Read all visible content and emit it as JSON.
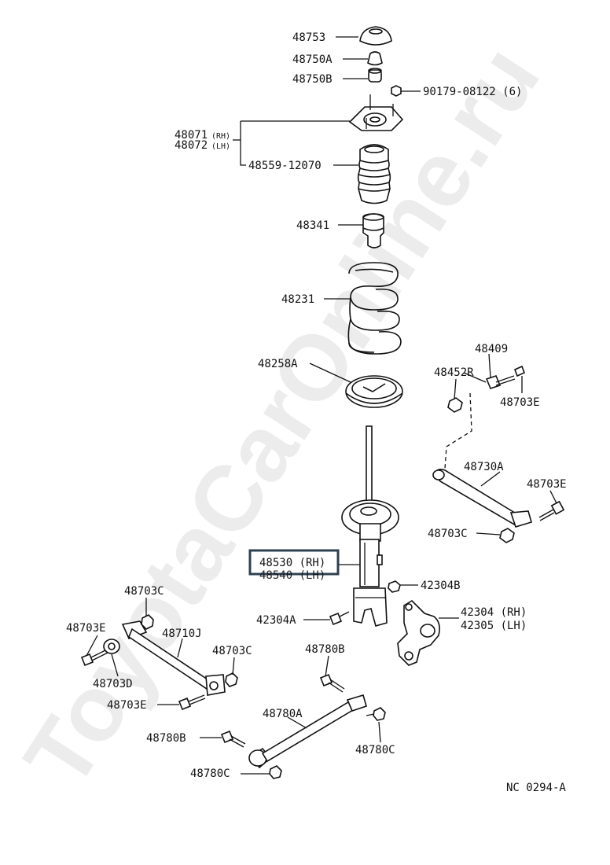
{
  "watermark": "ToyotaCarOnline.ru",
  "diagram_code": "NC  0294-A",
  "highlight_color": "#2d4050",
  "parts": {
    "p48753": "48753",
    "p48750a": "48750A",
    "p48750b": "48750B",
    "p90179": "90179-08122 (6)",
    "p48071": "48071",
    "p48071_side": "(RH)",
    "p48072": "48072",
    "p48072_side": "(LH)",
    "p48559": "48559-12070",
    "p48341": "48341",
    "p48231": "48231",
    "p48258a": "48258A",
    "p48409": "48409",
    "p48452r": "48452R",
    "p48703e_a": "48703E",
    "p48730a": "48730A",
    "p48703e_b": "48703E",
    "p48703c_a": "48703C",
    "p48530": "48530 (RH)",
    "p48540": "48540 (LH)",
    "p42304b": "42304B",
    "p48703c_b": "48703C",
    "p48703e_c": "48703E",
    "p48710j": "48710J",
    "p42304a": "42304A",
    "p42304": "42304 (RH)",
    "p42305": "42305 (LH)",
    "p48703c_c": "48703C",
    "p48780b_a": "48780B",
    "p48703d": "48703D",
    "p48703e_d": "48703E",
    "p48780a": "48780A",
    "p48780b_b": "48780B",
    "p48780c_a": "48780C",
    "p48780c_b": "48780C"
  }
}
